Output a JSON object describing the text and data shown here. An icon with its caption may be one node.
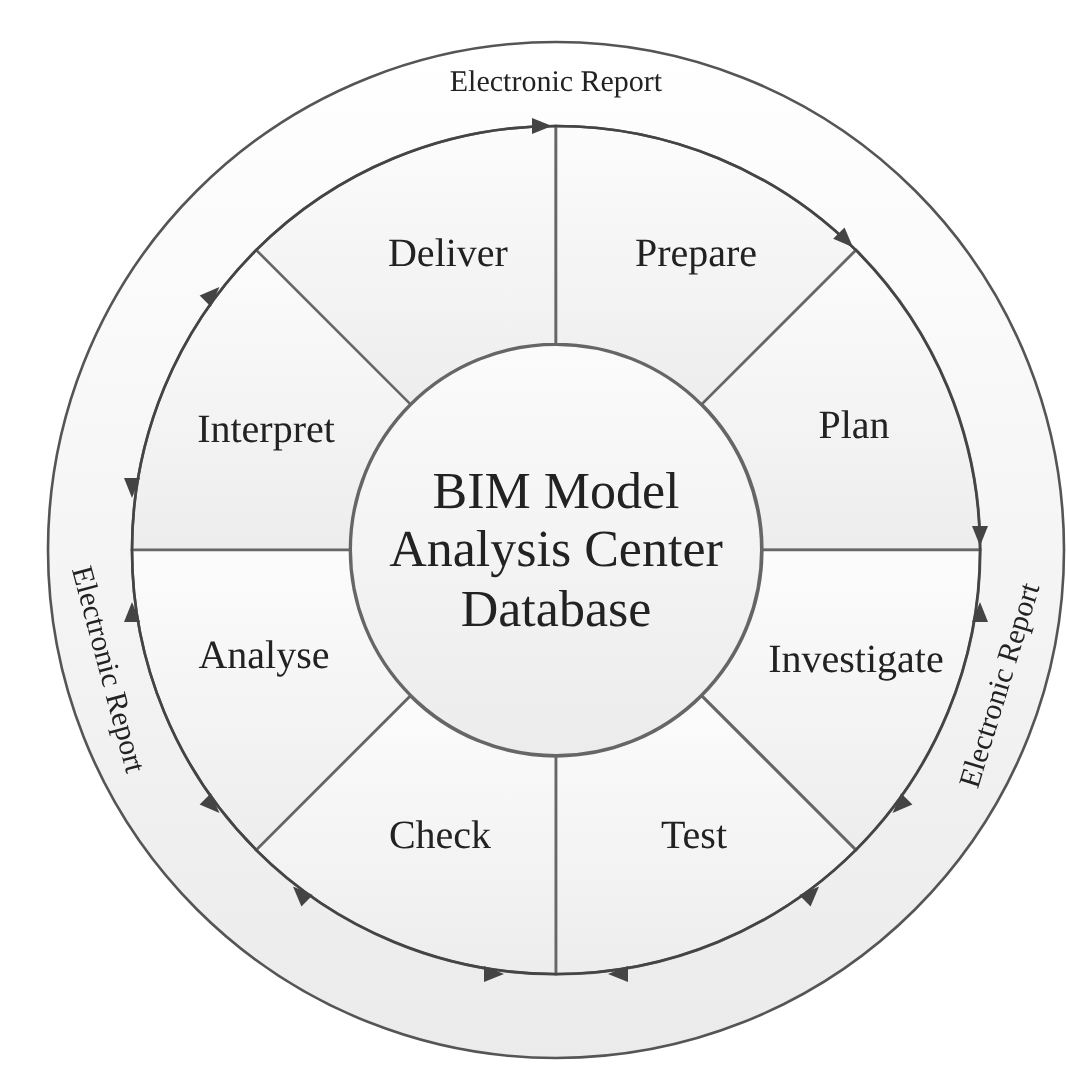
{
  "diagram": {
    "nodes": [
      {
        "text": [
          "BIM Model Analysis Center Database"
        ]
      },
      {
        "text": [
          "Deliver"
        ]
      },
      {
        "text": [
          "Prepare"
        ]
      },
      {
        "text": [
          "Plan"
        ]
      },
      {
        "text": [
          "Investigate"
        ]
      },
      {
        "text": [
          "Test"
        ]
      },
      {
        "text": [
          "Check"
        ]
      },
      {
        "text": [
          "Analyse"
        ]
      },
      {
        "text": [
          "Interpret"
        ]
      }
    ],
    "edges": [
      {
        "from": 1,
        "to": 2,
        "arrow": "to"
      },
      {
        "from": 2,
        "to": 3,
        "arrow": "to"
      },
      {
        "from": 3,
        "to": 4,
        "arrow": "to"
      },
      {
        "from": 4,
        "to": 5,
        "arrow": "both"
      },
      {
        "from": 5,
        "to": 6,
        "arrow": "both"
      },
      {
        "from": 6,
        "to": 7,
        "arrow": "both"
      },
      {
        "from": 7,
        "to": 8,
        "arrow": "both"
      },
      {
        "from": 8,
        "to": 1,
        "arrow": "both"
      }
    ],
    "labels": [
      "Electronic Report",
      "Electronic Report",
      "Electronic Report"
    ]
  }
}
